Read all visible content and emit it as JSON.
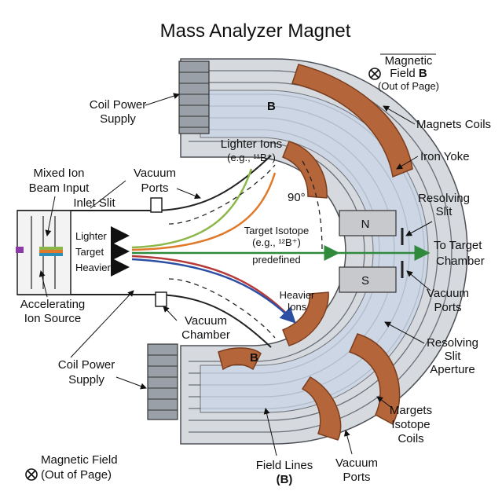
{
  "title": "Mass Analyzer Magnet",
  "legend_top": {
    "line1": "Magnetic",
    "line2": "Field",
    "line2_bold": "B",
    "line3": "(Out of Page)"
  },
  "legend_bottom": {
    "line1": "Magnetic Field",
    "line2": "(Out of Page)"
  },
  "labels": {
    "coil_power_top_1": "Coil Power",
    "coil_power_top_2": "Supply",
    "magnets_coils": "Magnets Coils",
    "iron_yoke": "Iron Yoke",
    "resolving_slit_1": "Resolving",
    "resolving_slit_2": "Slit",
    "to_target_1": "To Target",
    "to_target_2": "Chamber",
    "vacuum_ports_right_1": "Vacuum",
    "vacuum_ports_right_2": "Ports",
    "resolving_aperture_1": "Resolving",
    "resolving_aperture_2": "Slit",
    "resolving_aperture_3": "Aperture",
    "margets_1": "Margets",
    "margets_2": "Isotope",
    "margets_3": "Coils",
    "vacuum_ports_bottom_1": "Vacuum",
    "vacuum_ports_bottom_2": "Ports",
    "field_lines_1": "Field Lines",
    "field_lines_2": "(B)",
    "coil_power_bottom_1": "Coil Power",
    "coil_power_bottom_2": "Supply",
    "vacuum_chamber_1": "Vacuum",
    "vacuum_chamber_2": "Chamber",
    "accel_1": "Accelerating",
    "accel_2": "Ion Source",
    "mixed_1": "Mixed Ion",
    "mixed_2": "Beam Input",
    "inlet_slit": "Inlet Slit",
    "vacuum_ports_top_1": "Vacuum",
    "vacuum_ports_top_2": "Ports",
    "lighter_ions_1": "Lighter Ions",
    "lighter_ions_2": "(e.g., ¹¹B⁺)",
    "target_iso_1": "Target Isotope",
    "target_iso_2": "(e.g., ¹²B⁺)",
    "target_iso_3": "predefined",
    "heavier_ions_1": "Heavier",
    "heavier_ions_2": "Ions",
    "angle": "90°",
    "beam_lighter": "Lighter",
    "beam_target": "Target",
    "beam_heavier": "Heavier",
    "pole_n": "N",
    "pole_s": "S",
    "b_top": "B",
    "b_bottom": "B"
  },
  "colors": {
    "coil": "#b5653a",
    "coil_dark": "#7a3e1e",
    "yoke": "#c2c7cf",
    "yoke_dark": "#6b7078",
    "chamber": "#c9d6e6",
    "beam_lighter": "#8cb84a",
    "beam_target": "#e07a2a",
    "beam_heavier": "#b73a3a",
    "target_line": "#2f8a3c",
    "heavier_arrow": "#2c4fa3"
  },
  "icons": [
    "field-out-of-page-icon"
  ]
}
